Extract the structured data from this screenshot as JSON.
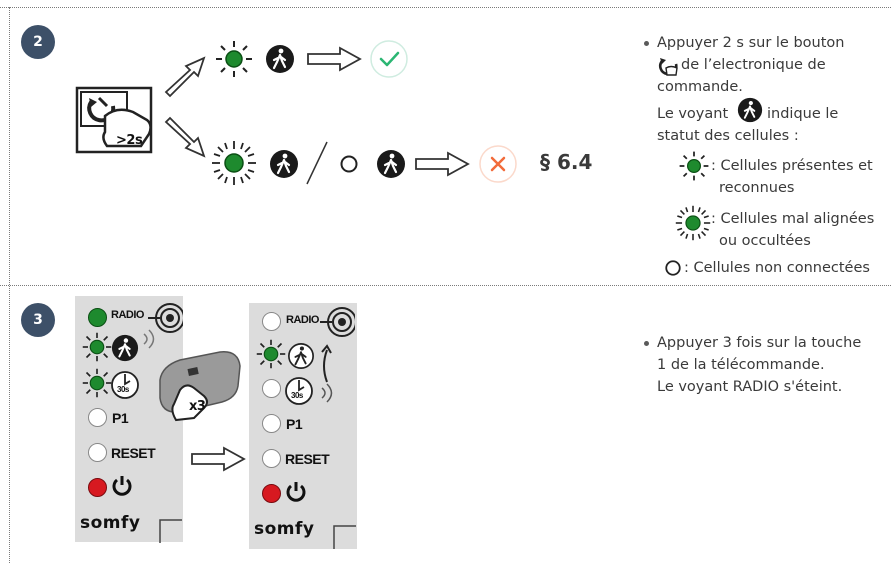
{
  "step2": {
    "number": "2",
    "timer_label": ">2s",
    "section_ref": "§ 6.4",
    "instructions": {
      "line1": "Appuyer 2 s sur le bouton",
      "line2": "de l’electronique de",
      "line3": "commande.",
      "line4": "Le voyant",
      "line4b": "indique le",
      "line5": "statut des cellules :",
      "legend1a": ": Cellules présentes et",
      "legend1b": "reconnues",
      "legend2a": ": Cellules mal alignées",
      "legend2b": "ou occultées",
      "legend3": ": Cellules non connectées"
    }
  },
  "step3": {
    "number": "3",
    "press_count": "x3",
    "instructions": {
      "line1": "Appuyer 3 fois sur la touche",
      "line2": "1 de la télécommande.",
      "line3": "Le voyant RADIO s'éteint."
    },
    "panel": {
      "radio_label": "RADIO",
      "p1_label": "P1",
      "reset_label": "RESET",
      "timer_label": "30s",
      "brand": "somfy"
    }
  },
  "colors": {
    "step_badge": "#3d5068",
    "led_green": "#1e8a2e",
    "led_red": "#d71920",
    "check": "#2bb673",
    "cross": "#f26b3a",
    "panel_grey": "#dcdcdc"
  }
}
